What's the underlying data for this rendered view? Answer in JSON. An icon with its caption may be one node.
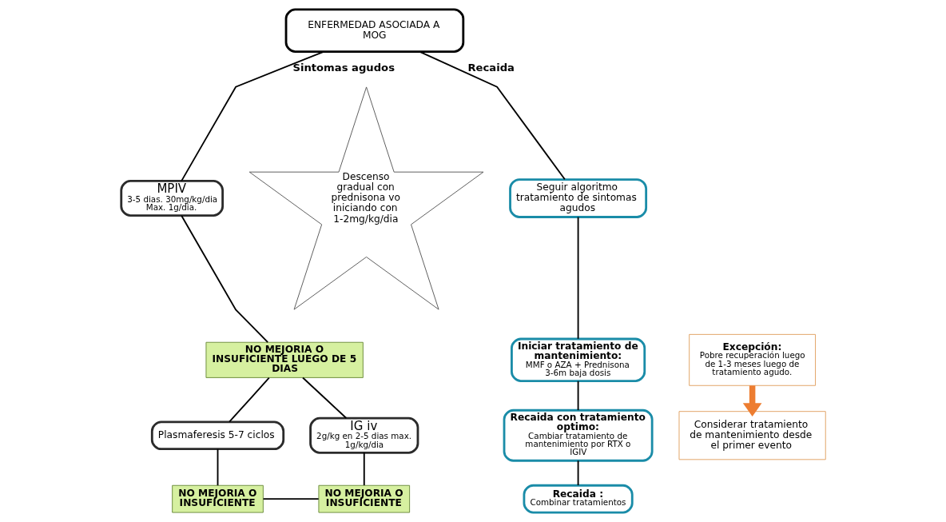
{
  "diagram": {
    "nodes": [
      {
        "text": [
          "ENFERMEDAD ASOCIADA A MOG"
        ]
      },
      {
        "text": [
          "MPIV",
          "3-5 dias. 30mg/kg/dia Max. 1g/dia."
        ]
      },
      {
        "text": [
          "Descenso gradual con prednisona vo iniciando con 1-2mg/kg/dia"
        ]
      },
      {
        "text": [
          "NO MEJORIA O INSUFICIENTE LUEGO DE 5 DIAS"
        ]
      },
      {
        "text": [
          "IG iv",
          "2g/kg en 2-5 dias max. 1g/kg/dia"
        ]
      },
      {
        "text": [
          "Plasmaferesis 5-7 ciclos"
        ]
      },
      {
        "text": [
          "NO MEJORIA O INSUFICIENTE"
        ]
      },
      {
        "text": [
          "NO MEJORIA O INSUFICIENTE"
        ]
      },
      {
        "text": [
          "Seguir algoritmo tratamiento de sintomas agudos"
        ]
      },
      {
        "text": [
          "Iniciar tratamiento de mantenimiento:",
          "MMF o AZA + Prednisona 3-6m baja dosis"
        ]
      },
      {
        "text": [
          "Recaida con tratamiento optimo:",
          "Cambiar tratamiento de mantenimiento por RTX o IGIV"
        ]
      },
      {
        "text": [
          "Recaida :",
          "Combinar tratamientos"
        ]
      },
      {
        "text": [
          "Excepción:",
          "Pobre recuperación luego de 1-3 meses luego de tratamiento agudo."
        ]
      },
      {
        "text": [
          "Considerar tratamiento de mantenimiento desde el primer evento"
        ]
      }
    ],
    "edges": [
      {
        "from": 0,
        "to": 1,
        "arrow": "none",
        "label": "Sintomas agudos"
      },
      {
        "from": 0,
        "to": 8,
        "arrow": "none",
        "label": "Recaida"
      },
      {
        "from": 1,
        "to": 3,
        "arrow": "none"
      },
      {
        "from": 3,
        "to": 4,
        "arrow": "none"
      },
      {
        "from": 3,
        "to": 5,
        "arrow": "none"
      },
      {
        "from": 4,
        "to": 6,
        "arrow": "none"
      },
      {
        "from": 5,
        "to": 7,
        "arrow": "none"
      },
      {
        "from": 6,
        "to": 7,
        "arrow": "none"
      },
      {
        "from": 8,
        "to": 9,
        "arrow": "none"
      },
      {
        "from": 9,
        "to": 10,
        "arrow": "none"
      },
      {
        "from": 10,
        "to": 11,
        "arrow": "none"
      },
      {
        "from": 12,
        "to": 13,
        "arrow": "to",
        "style": "thick",
        "color": "#ed7d31"
      }
    ]
  }
}
